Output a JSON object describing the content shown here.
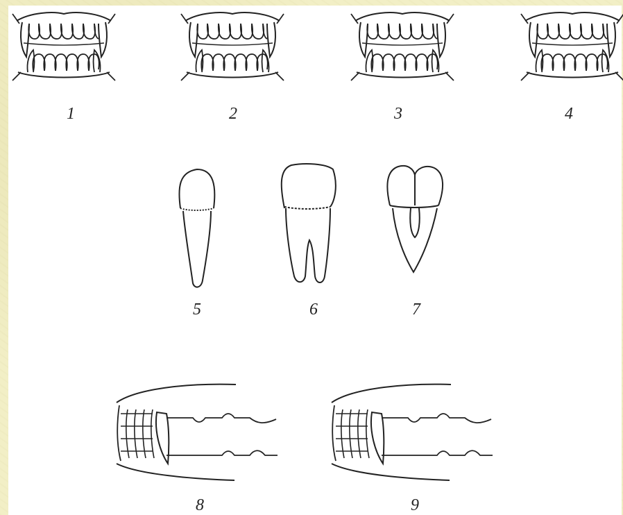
{
  "figure": {
    "labels": [
      "1",
      "2",
      "3",
      "4",
      "5",
      "6",
      "7",
      "8",
      "9"
    ]
  },
  "colors": {
    "page_background": "#f2efc6",
    "sheet": "#ffffff",
    "ink": "#222222"
  },
  "panels": [
    {
      "id": "1",
      "subject": "front view of jaws, canines interlocking"
    },
    {
      "id": "2",
      "subject": "front view of jaws, large upper canines"
    },
    {
      "id": "3",
      "subject": "front view of jaws, canines crossing"
    },
    {
      "id": "4",
      "subject": "front view of jaws, long canines"
    },
    {
      "id": "5",
      "subject": "single-rooted tooth"
    },
    {
      "id": "6",
      "subject": "two-rooted tooth"
    },
    {
      "id": "7",
      "subject": "tooth with fused roots"
    },
    {
      "id": "8",
      "subject": "side view of jaws"
    },
    {
      "id": "9",
      "subject": "side view of jaws"
    }
  ]
}
